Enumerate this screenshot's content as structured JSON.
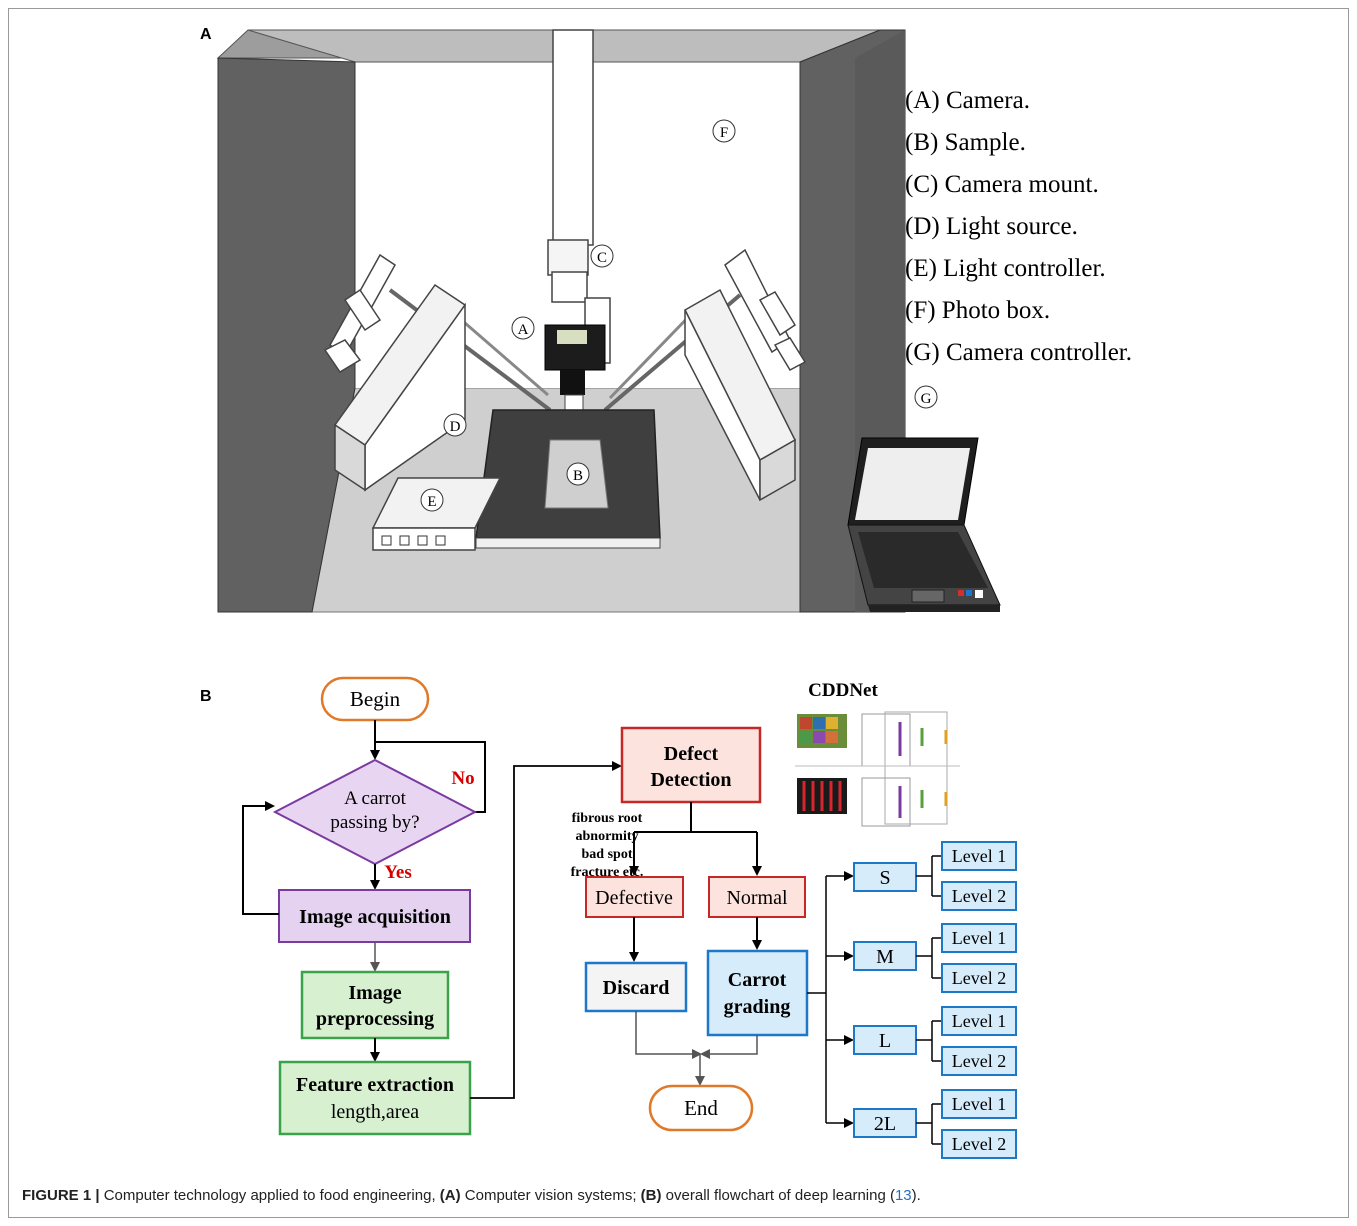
{
  "panel_a": {
    "letter": "A",
    "labels": {
      "A": "A",
      "B": "B",
      "C": "C",
      "D": "D",
      "E": "E",
      "F": "F",
      "G": "G"
    },
    "legend": [
      "(A) Camera.",
      "(B) Sample.",
      "(C) Camera mount.",
      "(D) Light source.",
      "(E) Light controller.",
      "(F) Photo box.",
      "(G) Camera controller."
    ]
  },
  "panel_b": {
    "letter": "B",
    "nodes": {
      "begin": "Begin",
      "decision_line1": "A carrot",
      "decision_line2": "passing by?",
      "no": "No",
      "yes": "Yes",
      "image_acquisition": "Image acquisition",
      "preprocessing_line1": "Image",
      "preprocessing_line2": "preprocessing",
      "feature_line1": "Feature extraction",
      "feature_line2": "length,area",
      "defect_line1": "Defect",
      "defect_line2": "Detection",
      "defect_note_1": "fibrous root",
      "defect_note_2": "abnormity",
      "defect_note_3": "bad spot",
      "defect_note_4": "fracture etc.",
      "defective": "Defective",
      "normal": "Normal",
      "discard": "Discard",
      "grading_line1": "Carrot",
      "grading_line2": "grading",
      "end": "End",
      "cddnet": "CDDNet"
    },
    "grades": [
      {
        "size": "S",
        "levels": [
          "Level 1",
          "Level 2"
        ]
      },
      {
        "size": "M",
        "levels": [
          "Level 1",
          "Level 2"
        ]
      },
      {
        "size": "L",
        "levels": [
          "Level 1",
          "Level 2"
        ]
      },
      {
        "size": "2L",
        "levels": [
          "Level 1",
          "Level 2"
        ]
      }
    ],
    "colors": {
      "begin_border": "#e07a2a",
      "decision_fill": "#e8d5f2",
      "acquisition_fill": "#e4d2f0",
      "green_fill": "#d7f0d0",
      "green_border": "#3aa24a",
      "red_border": "#c62828",
      "red_fill": "#fde3de",
      "blue_border": "#1e78c8",
      "blue_fill": "#d6ecfa",
      "yes_no": "#d40000"
    }
  },
  "caption": {
    "label": "FIGURE 1 |",
    "text_1": " Computer technology applied to food engineering, ",
    "bold_a": "(A)",
    "text_2": " Computer vision systems; ",
    "bold_b": "(B)",
    "text_3": " overall flowchart of deep learning (",
    "ref": "13",
    "text_4": ")."
  }
}
